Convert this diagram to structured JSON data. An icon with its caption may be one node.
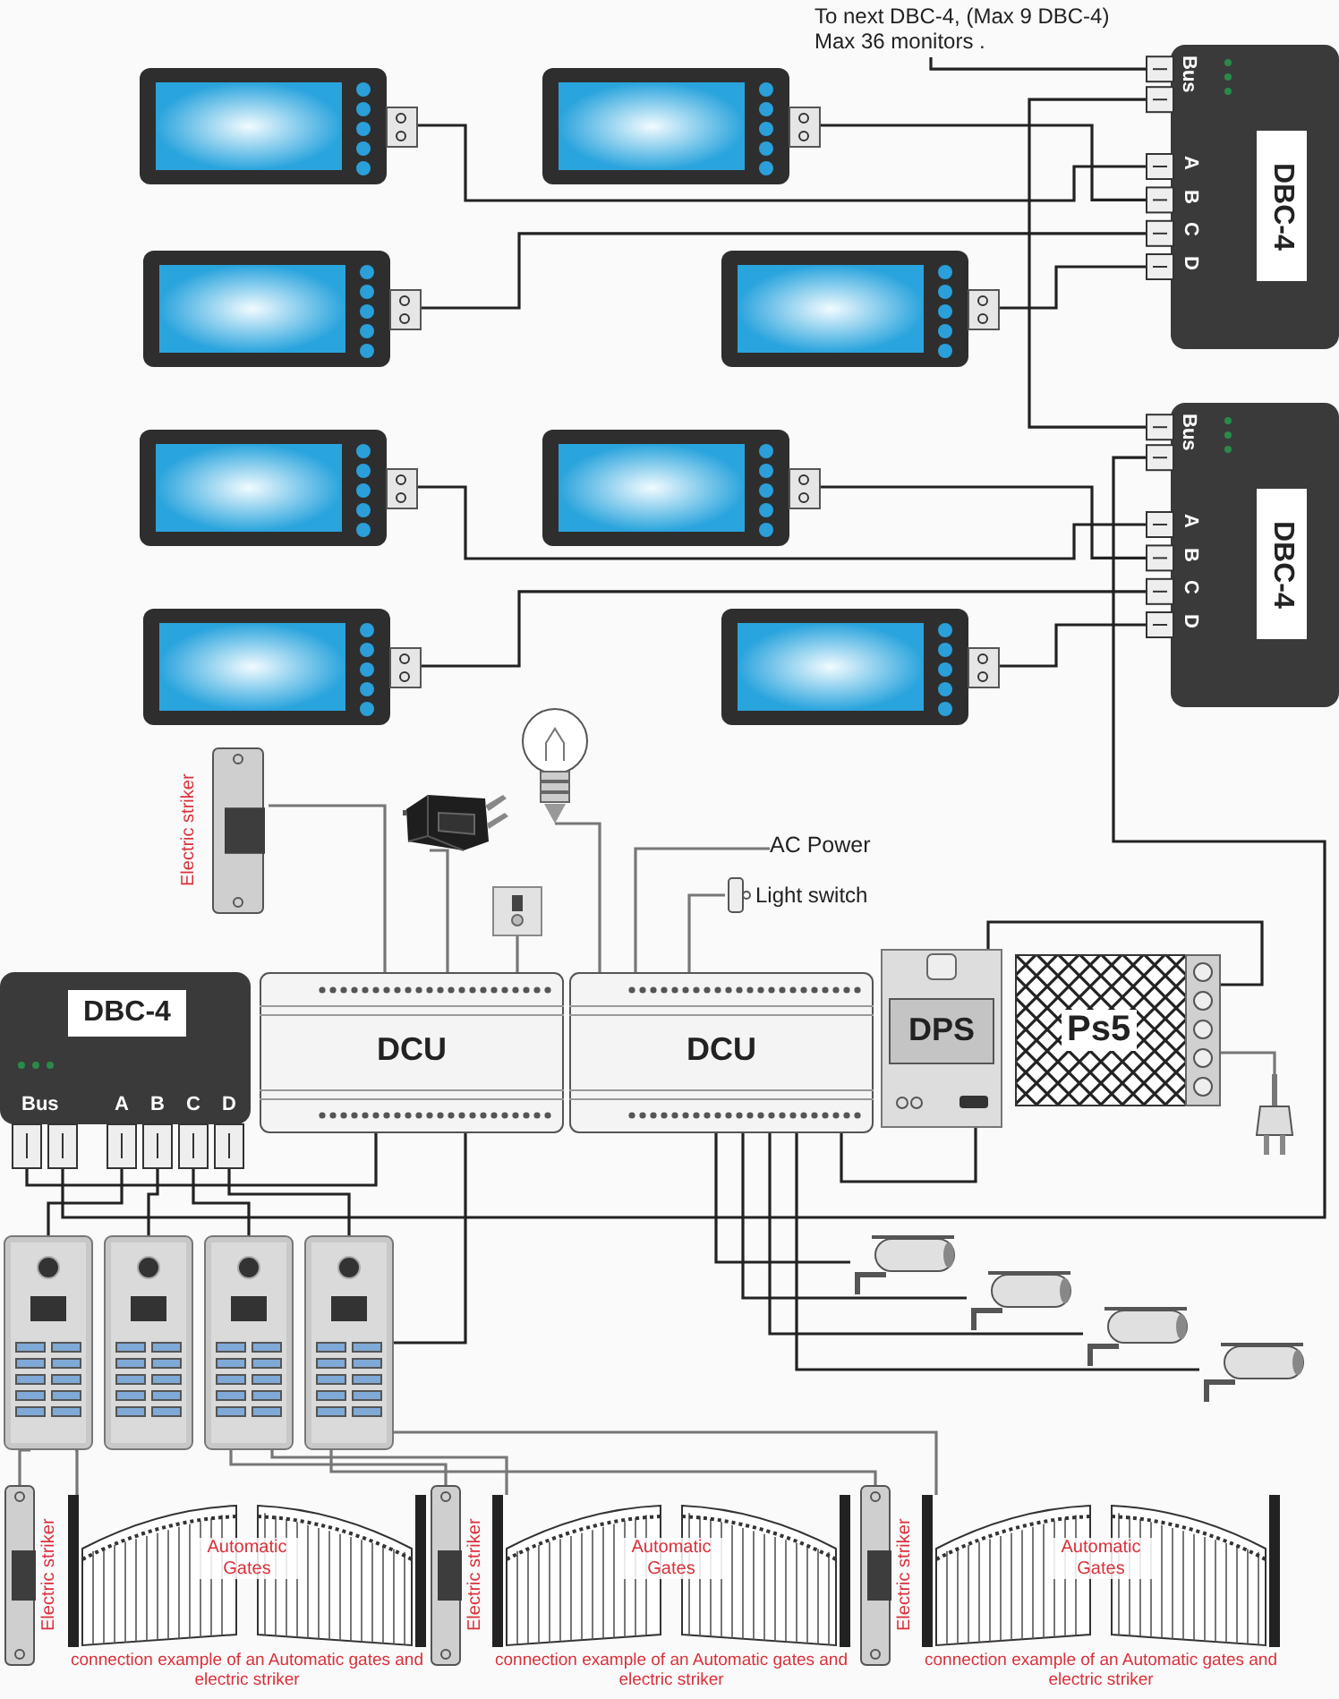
{
  "diagram": {
    "nodes": [
      {
        "text": [
          "To next DBC-4, (Max 9 DBC-4) Max 36 monitors ."
        ]
      },
      {
        "text": [
          "DBC-4",
          "Bus",
          "A",
          "B",
          "C",
          "D"
        ]
      },
      {
        "text": [
          "DBC-4",
          "Bus",
          "A",
          "B",
          "C",
          "D"
        ]
      },
      {
        "text": [],
        "shape": "picture"
      },
      {
        "text": [],
        "shape": "picture"
      },
      {
        "text": [],
        "shape": "picture"
      },
      {
        "text": [],
        "shape": "picture"
      },
      {
        "text": [],
        "shape": "picture"
      },
      {
        "text": [],
        "shape": "picture"
      },
      {
        "text": [],
        "shape": "picture"
      },
      {
        "text": [],
        "shape": "picture"
      },
      {
        "text": [
          "Electric striker"
        ]
      },
      {
        "text": [],
        "shape": "picture"
      },
      {
        "text": [],
        "shape": "picture"
      },
      {
        "text": [
          "AC Power"
        ]
      },
      {
        "text": [],
        "shape": "picture"
      },
      {
        "text": [
          "Light switch"
        ]
      },
      {
        "text": [
          "DBC-4",
          "Bus",
          "A",
          "B",
          "C",
          "D"
        ]
      },
      {
        "text": [
          "DCU"
        ]
      },
      {
        "text": [
          "DCU"
        ]
      },
      {
        "text": [
          "DPS"
        ]
      },
      {
        "text": [
          "Ps5"
        ]
      },
      {
        "text": [],
        "shape": "picture"
      },
      {
        "text": [],
        "shape": "picture"
      },
      {
        "text": [],
        "shape": "picture"
      },
      {
        "text": [],
        "shape": "picture"
      },
      {
        "text": [],
        "shape": "picture"
      },
      {
        "text": [],
        "shape": "picture"
      },
      {
        "text": [],
        "shape": "picture"
      },
      {
        "text": [],
        "shape": "picture"
      },
      {
        "text": [],
        "shape": "picture"
      },
      {
        "text": [
          "Electric striker"
        ]
      },
      {
        "text": [
          "Automatic Gates"
        ],
        "beside": [
          "connection example of an Automatic gates and electric striker"
        ]
      },
      {
        "text": [
          "Electric striker"
        ]
      },
      {
        "text": [
          "Automatic Gates"
        ],
        "beside": [
          "connection example of an Automatic gates and electric striker"
        ]
      },
      {
        "text": [
          "Electric striker"
        ]
      },
      {
        "text": [
          "Automatic Gates"
        ],
        "beside": [
          "connection example of an Automatic gates and electric striker"
        ]
      }
    ],
    "edges": [
      {
        "from": 0,
        "to": 1,
        "arrow": "none"
      },
      {
        "from": 3,
        "to": 1,
        "arrow": "none"
      },
      {
        "from": 4,
        "to": 1,
        "arrow": "none"
      },
      {
        "from": 5,
        "to": 1,
        "arrow": "none"
      },
      {
        "from": 6,
        "to": 1,
        "arrow": "none"
      },
      {
        "from": 1,
        "to": 2,
        "arrow": "none"
      },
      {
        "from": 7,
        "to": 2,
        "arrow": "none"
      },
      {
        "from": 8,
        "to": 2,
        "arrow": "none"
      },
      {
        "from": 9,
        "to": 2,
        "arrow": "none"
      },
      {
        "from": 10,
        "to": 2,
        "arrow": "none"
      },
      {
        "from": 2,
        "to": 17,
        "arrow": "none"
      },
      {
        "from": 11,
        "to": 18,
        "arrow": "none",
        "color": "#777777"
      },
      {
        "from": 12,
        "to": 18,
        "arrow": "none",
        "color": "#777777"
      },
      {
        "from": 15,
        "to": 18,
        "arrow": "none",
        "color": "#777777"
      },
      {
        "from": 13,
        "to": 19,
        "arrow": "none",
        "color": "#777777"
      },
      {
        "from": 14,
        "to": 19,
        "arrow": "none",
        "color": "#777777"
      },
      {
        "from": 16,
        "to": 19,
        "arrow": "none",
        "color": "#777777"
      },
      {
        "from": 20,
        "to": 21,
        "arrow": "none"
      },
      {
        "from": 21,
        "to": 22,
        "arrow": "none",
        "color": "#777777"
      },
      {
        "from": 20,
        "to": 19,
        "arrow": "none"
      },
      {
        "from": 17,
        "to": 18,
        "arrow": "none"
      },
      {
        "from": 17,
        "to": 23,
        "arrow": "none"
      },
      {
        "from": 17,
        "to": 24,
        "arrow": "none"
      },
      {
        "from": 17,
        "to": 25,
        "arrow": "none"
      },
      {
        "from": 17,
        "to": 26,
        "arrow": "none"
      },
      {
        "from": 18,
        "to": 26,
        "arrow": "none"
      },
      {
        "from": 19,
        "to": 27,
        "arrow": "none"
      },
      {
        "from": 19,
        "to": 28,
        "arrow": "none"
      },
      {
        "from": 19,
        "to": 29,
        "arrow": "none"
      },
      {
        "from": 19,
        "to": 30,
        "arrow": "none"
      },
      {
        "from": 23,
        "to": 31,
        "arrow": "none",
        "color": "#777777"
      },
      {
        "from": 23,
        "to": 32,
        "arrow": "none",
        "color": "#777777"
      },
      {
        "from": 25,
        "to": 33,
        "arrow": "none",
        "color": "#777777"
      },
      {
        "from": 25,
        "to": 34,
        "arrow": "none",
        "color": "#777777"
      },
      {
        "from": 26,
        "to": 35,
        "arrow": "none",
        "color": "#777777"
      },
      {
        "from": 26,
        "to": 36,
        "arrow": "none",
        "color": "#777777"
      }
    ]
  }
}
